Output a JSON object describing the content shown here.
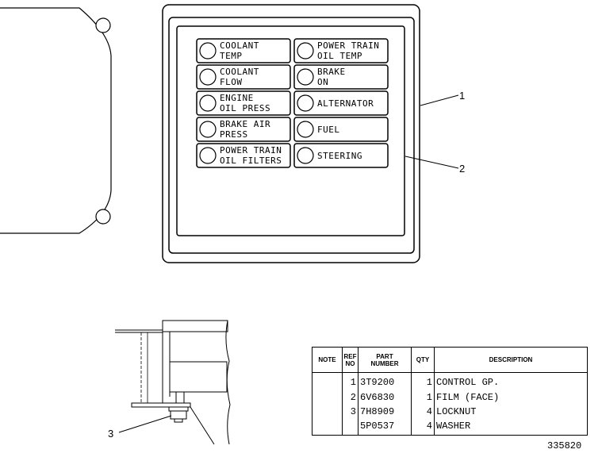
{
  "panel": {
    "left_lamps": [
      {
        "line1": "COOLANT",
        "line2": "TEMP"
      },
      {
        "line1": "COOLANT",
        "line2": "FLOW"
      },
      {
        "line1": "ENGINE",
        "line2": "OIL PRESS"
      },
      {
        "line1": "BRAKE AIR",
        "line2": "PRESS"
      },
      {
        "line1": "POWER TRAIN",
        "line2": "OIL FILTERS"
      }
    ],
    "right_lamps": [
      {
        "line1": "POWER TRAIN",
        "line2": "OIL TEMP"
      },
      {
        "line1": "BRAKE",
        "line2": "ON"
      },
      {
        "line1": "ALTERNATOR",
        "line2": ""
      },
      {
        "line1": "FUEL",
        "line2": ""
      },
      {
        "line1": "STEERING",
        "line2": ""
      }
    ]
  },
  "callouts": {
    "one": "1",
    "two": "2",
    "three": "3"
  },
  "parts_table": {
    "headers": {
      "note": "NOTE",
      "ref_1": "REF",
      "ref_2": "NO",
      "part_1": "PART",
      "part_2": "NUMBER",
      "qty": "QTY",
      "desc": "DESCRIPTION"
    },
    "rows": [
      {
        "note": "",
        "ref": "1",
        "part": "3T9200",
        "qty": "1",
        "desc": "CONTROL GP."
      },
      {
        "note": "",
        "ref": "2",
        "part": "6V6830",
        "qty": "1",
        "desc": "FILM (FACE)"
      },
      {
        "note": "",
        "ref": "3",
        "part": "7H8909",
        "qty": "4",
        "desc": "LOCKNUT"
      },
      {
        "note": "",
        "ref": "",
        "part": "5P0537",
        "qty": "4",
        "desc": "WASHER"
      }
    ]
  },
  "figure_number": "335820"
}
